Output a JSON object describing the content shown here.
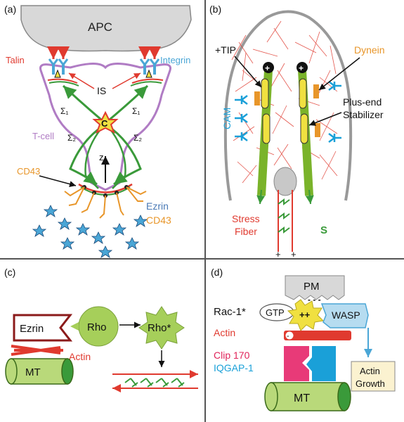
{
  "panels": {
    "a": {
      "letter": "(a)",
      "apc": "APC",
      "talin": "Talin",
      "integrin": "Integrin",
      "is": "IS",
      "tcell": "T-cell",
      "sigma1": "Σ₁",
      "sigma2": "Σ₂",
      "center": "C",
      "z": "z",
      "cd43_left": "CD43",
      "ezrin": "Ezrin",
      "cd43_right": "CD43"
    },
    "b": {
      "letter": "(b)",
      "tip": "+TIP",
      "dynein": "Dynein",
      "cam": "CAM",
      "plusend_1": "Plus-end",
      "plusend_2": "Stabilizer",
      "stress_1": "Stress",
      "stress_2": "Fiber",
      "s": "S",
      "plus": "+",
      "plus_sign": "+"
    },
    "c": {
      "letter": "(c)",
      "ezrin": "Ezrin",
      "rho": "Rho",
      "rho_star": "Rho*",
      "actin": "Actin",
      "mt": "MT"
    },
    "d": {
      "letter": "(d)",
      "pm": "PM",
      "pm_minus": "- - -",
      "rac": "Rac-1*",
      "gtp": "GTP",
      "plusplus": "++",
      "wasp": "WASP",
      "actin": "Actin",
      "minus": "-",
      "clip": "Clip 170",
      "iqgap": "IQGAP-1",
      "growth_1": "Actin",
      "growth_2": "Growth",
      "mt": "MT"
    }
  },
  "colors": {
    "red": "#e03a2f",
    "green": "#3a9a3a",
    "purple": "#b07cc4",
    "blue": "#4aa6d6",
    "orange": "#e8962a",
    "yellow": "#f0e040",
    "lightgreen": "#a6cf5a",
    "grey": "#d8d8d8"
  }
}
